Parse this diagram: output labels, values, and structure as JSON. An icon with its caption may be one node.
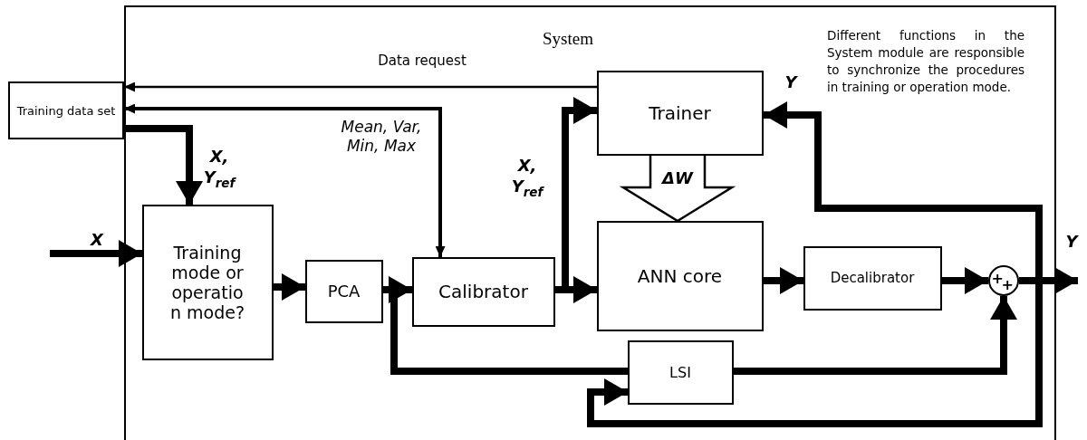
{
  "diagram": {
    "nodes": [
      {
        "text": [
          "System"
        ]
      },
      {
        "text": [
          "Training data set"
        ]
      },
      {
        "text": [
          "Training mode or operatio n mode?"
        ],
        "in": 0
      },
      {
        "text": [
          "PCA"
        ],
        "in": 0
      },
      {
        "text": [
          "Calibrator"
        ],
        "in": 0
      },
      {
        "text": [
          "Trainer"
        ],
        "in": 0
      },
      {
        "text": [
          "ANN core"
        ],
        "in": 0
      },
      {
        "text": [
          "Decalibrator"
        ],
        "in": 0
      },
      {
        "text": [
          "+",
          "+"
        ],
        "in": 0
      },
      {
        "text": [
          "LSI"
        ],
        "in": 0
      }
    ],
    "edges": [
      {
        "from": 5,
        "to": 1,
        "arrow": "to",
        "label": "Data request"
      },
      {
        "from": 4,
        "to": 1,
        "arrow": "both",
        "label": "*Mean, Var, Min, Max*"
      },
      {
        "from": 1,
        "to": 2,
        "arrow": "to",
        "label": "X, Y$_{ref}$"
      },
      {
        "from": null,
        "to": 2,
        "arrow": "to",
        "label": "X"
      },
      {
        "from": 2,
        "to": 3,
        "arrow": "to"
      },
      {
        "from": 3,
        "to": 4,
        "arrow": "to"
      },
      {
        "from": 3,
        "to": 9,
        "arrow": "none"
      },
      {
        "from": 4,
        "to": 5,
        "arrow": "to",
        "label": "X, Y$_{ref}$"
      },
      {
        "from": 4,
        "to": 6,
        "arrow": "to"
      },
      {
        "from": 5,
        "to": 6,
        "arrow": "to",
        "label": "ΔW"
      },
      {
        "from": 6,
        "to": 7,
        "arrow": "to"
      },
      {
        "from": 7,
        "to": 8,
        "arrow": "to"
      },
      {
        "from": 9,
        "to": 8,
        "arrow": "to"
      },
      {
        "from": 8,
        "to": null,
        "arrow": "to",
        "label": "Y"
      },
      {
        "from": 8,
        "to": 5,
        "arrow": "to",
        "label": "Y"
      },
      {
        "from": 8,
        "to": 9,
        "arrow": "to"
      }
    ],
    "labels": [
      "Different functions in the System module are responsible to synchronize the procedures in training or operation mode."
    ]
  }
}
